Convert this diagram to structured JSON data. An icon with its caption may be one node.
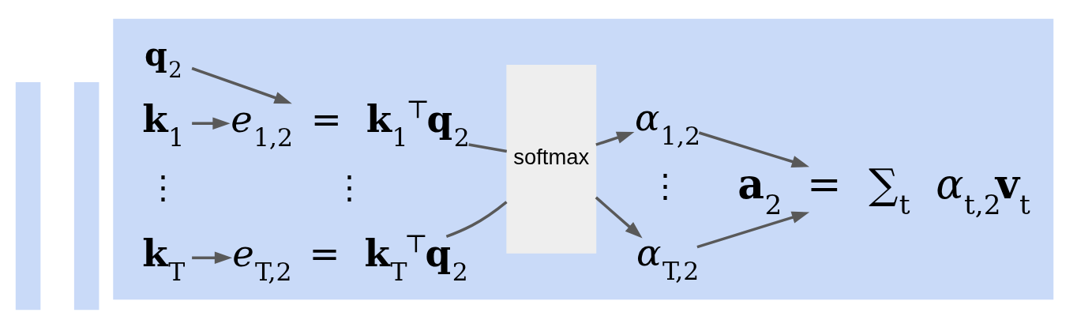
{
  "diagram": {
    "nodes": [
      {
        "text": [],
        "shape": "box"
      },
      {
        "text": [],
        "shape": "box"
      },
      {
        "text": [],
        "shape": "box"
      },
      {
        "text": [
          "**q**$_{2}$"
        ],
        "in": 2
      },
      {
        "text": [
          "**k**$_{1}$"
        ],
        "in": 2
      },
      {
        "text": [
          "**k**$_{T}$"
        ],
        "in": 2
      },
      {
        "text": [
          "*e*$_{1,2}$ = **k**$_{1}$$^{⊤}$**q**$_{2}$"
        ],
        "in": 2
      },
      {
        "text": [
          "*e*$_{T,2}$ = **k**$_{T}$$^{⊤}$**q**$_{2}$"
        ],
        "in": 2
      },
      {
        "text": [
          "softmax"
        ],
        "in": 2
      },
      {
        "text": [
          "*α*$_{1,2}$"
        ],
        "in": 2
      },
      {
        "text": [
          "*α*$_{T,2}$"
        ],
        "in": 2
      },
      {
        "text": [
          "**a**$_{2}$ = ∑$_{t}$ *α*$_{t,2}$**v**$_{t}$"
        ],
        "in": 2
      }
    ],
    "edges": [
      {
        "from": 3,
        "to": 6,
        "arrow": "to"
      },
      {
        "from": 4,
        "to": 6,
        "arrow": "to"
      },
      {
        "from": 5,
        "to": 7,
        "arrow": "to"
      },
      {
        "from": 6,
        "to": 8,
        "arrow": "none"
      },
      {
        "from": 7,
        "to": 8,
        "arrow": "none"
      },
      {
        "from": 8,
        "to": 9,
        "arrow": "to"
      },
      {
        "from": 8,
        "to": 10,
        "arrow": "to"
      },
      {
        "from": 9,
        "to": 11,
        "arrow": "to"
      },
      {
        "from": 10,
        "to": 11,
        "arrow": "to"
      }
    ],
    "labels": [
      "⋮",
      "⋮",
      "⋮"
    ]
  }
}
